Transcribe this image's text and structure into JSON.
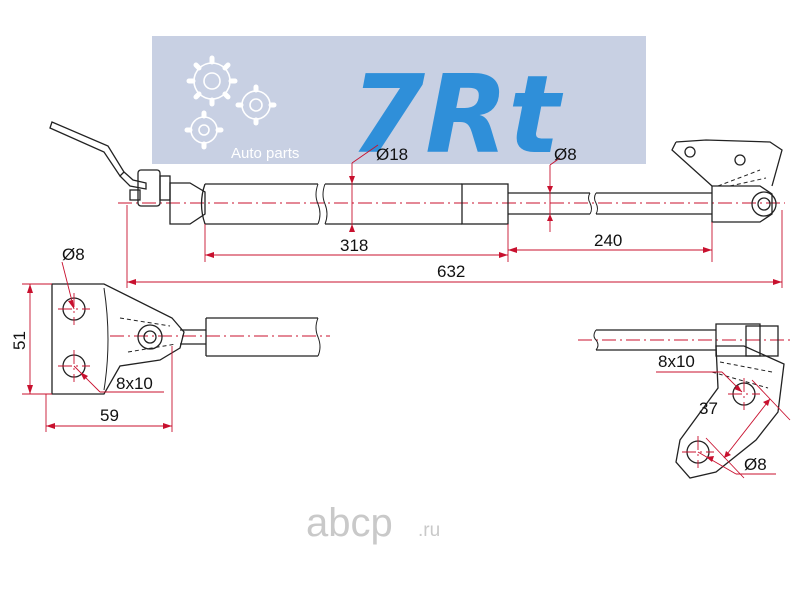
{
  "logo": {
    "brand": "7Rt",
    "tagline": "Auto parts",
    "colors": {
      "box": "#bcc6dd",
      "brand_text": "#2f8fd9"
    }
  },
  "dimensions": {
    "rod_diameter": "Ø8",
    "cylinder_diameter": "Ø18",
    "cylinder_length": "318",
    "rod_length": "240",
    "overall_length": "632",
    "left_hole_diameter": "Ø8",
    "left_bracket_height": "51",
    "left_slot": "8x10",
    "left_bracket_width": "59",
    "right_slot": "8x10",
    "right_spacing": "37",
    "right_hole_diameter": "Ø8"
  },
  "watermark": {
    "name": "abcp",
    "suffix": ".ru"
  },
  "colors": {
    "dimension_lines": "#c8102e",
    "outline": "#222222"
  }
}
